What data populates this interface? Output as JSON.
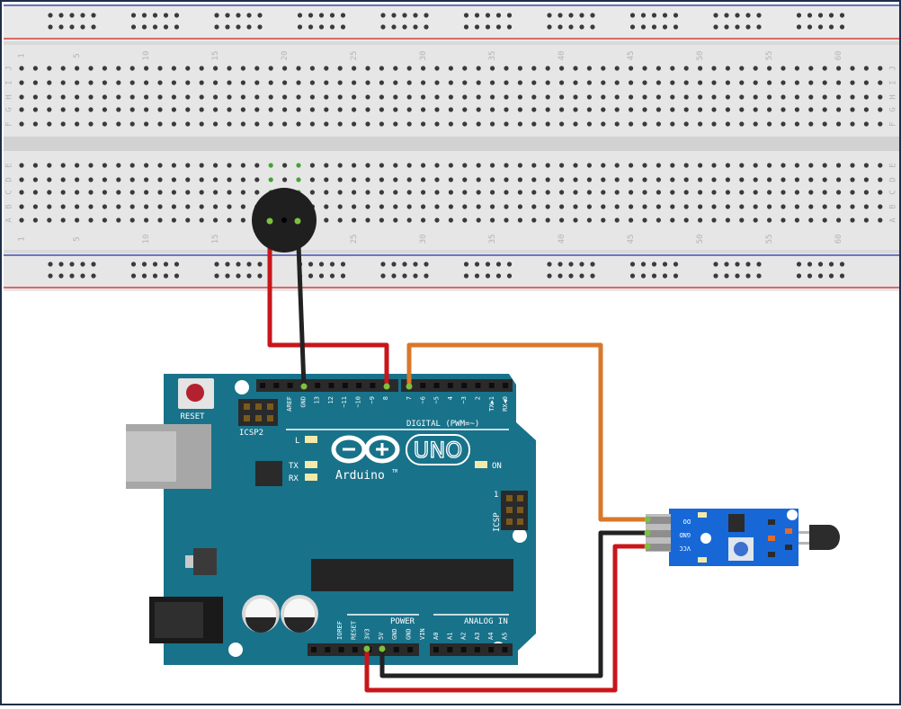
{
  "breadboard": {
    "column_numbers": [
      "1",
      "5",
      "10",
      "15",
      "20",
      "25",
      "30",
      "35",
      "40",
      "45",
      "50",
      "55",
      "60"
    ],
    "row_letters_top": [
      "J",
      "I",
      "H",
      "G",
      "F"
    ],
    "row_letters_bottom": [
      "E",
      "D",
      "C",
      "B",
      "A"
    ]
  },
  "arduino": {
    "reset_label": "RESET",
    "icsp2_label": "ICSP2",
    "icsp_label": "ICSP",
    "icsp_pin1": "1",
    "led_l": "L",
    "led_tx": "TX",
    "led_rx": "RX",
    "led_on": "ON",
    "brand": "Arduino",
    "tm": "TM",
    "model": "UNO",
    "digital_label": "DIGITAL (PWM=~)",
    "power_label": "POWER",
    "analog_label": "ANALOG IN",
    "digital_pins_left": [
      "AREF",
      "GND",
      "13",
      "12",
      "~11",
      "~10",
      "~9",
      "8"
    ],
    "digital_pins_right": [
      "7",
      "~6",
      "~5",
      "4",
      "~3",
      "2",
      "TX▶1",
      "RX◀0"
    ],
    "power_pins": [
      "IOREF",
      "RESET",
      "3V3",
      "5V",
      "GND",
      "GND",
      "VIN"
    ],
    "analog_pins": [
      "A0",
      "A1",
      "A2",
      "A3",
      "A4",
      "A5"
    ]
  },
  "sensor": {
    "pins": [
      "DO",
      "GND",
      "VCC"
    ]
  },
  "colors": {
    "board_teal": "#18728a",
    "breadboard": "#e4e4e4",
    "rail_red": "#d11f1f",
    "rail_blue": "#2233aa",
    "wire_red": "#c8161b",
    "wire_black": "#222222",
    "wire_orange": "#d9772b",
    "sensor_blue": "#1768d6"
  }
}
